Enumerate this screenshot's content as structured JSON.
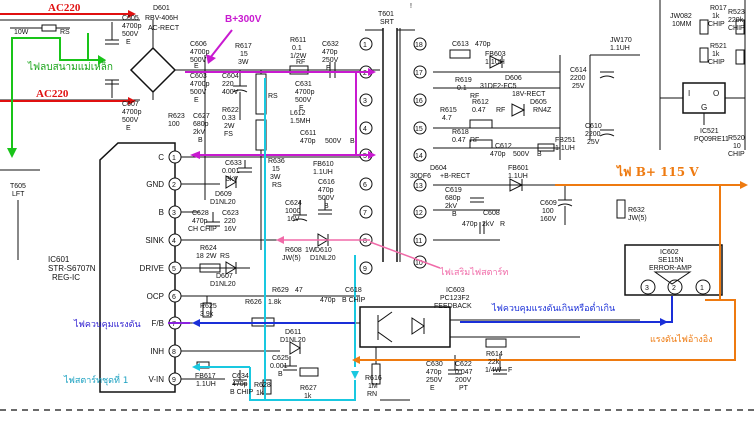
{
  "annotations": {
    "ac_top": "AC220",
    "ac_bottom": "AC220",
    "degauss": "ไฟลบสนามแม่เหล็ก",
    "b300": "B+300V",
    "b115": "ไฟ B+ 115 V",
    "sense": "ไฟเสริมไฟสตาร์ท",
    "feedback_fb": "ไฟควบคุมแรงดัน",
    "feedback_over": "ไฟควบคุมแรงดันเกินหรือต่ำเกิน",
    "start1": "ไฟสตาร์ทชุดที่ 1",
    "regulator": "แรงดันไฟอ้างอิง"
  },
  "colors": {
    "red": "#e01010",
    "green": "#19c419",
    "magenta": "#c81ad0",
    "cyan": "#19c8e0",
    "orange": "#ee7a10",
    "blue": "#1a2fd8",
    "pink": "#f06aa8",
    "violet": "#8a22e0"
  },
  "ic601": {
    "ref": "IC601",
    "part": "STR-S6707N",
    "type": "REG-IC",
    "pins": [
      {
        "num": "1",
        "name": "C"
      },
      {
        "num": "2",
        "name": "GND"
      },
      {
        "num": "3",
        "name": "B"
      },
      {
        "num": "4",
        "name": "SINK"
      },
      {
        "num": "5",
        "name": "DRIVE"
      },
      {
        "num": "6",
        "name": "OCP"
      },
      {
        "num": "7",
        "name": "F/B"
      },
      {
        "num": "8",
        "name": "INH"
      },
      {
        "num": "9",
        "name": "V-IN"
      }
    ]
  },
  "ic602": {
    "ref": "IC602",
    "part": "SE115N",
    "type": "ERROR-AMP",
    "p3": "3",
    "p2": "2",
    "p1": "1"
  },
  "ic603": {
    "ref": "IC603",
    "part": "PC123F2",
    "type": "FEEDBACK"
  },
  "ic521": {
    "ref": "IC521",
    "part": "PQ09RE11",
    "pin_i": "I",
    "pin_o": "O",
    "pin_g": "G"
  },
  "t601": {
    "ref": "T601",
    "type": "SRT",
    "mark": "!",
    "pins_left": [
      "1",
      "2",
      "3",
      "4",
      "5",
      "6",
      "7",
      "8",
      "9"
    ],
    "pins_right": [
      "18",
      "17",
      "16",
      "15",
      "14",
      "13",
      "12",
      "11",
      "10"
    ]
  },
  "t605": {
    "ref": "T605",
    "type": "LFT"
  },
  "d601": {
    "ref": "D601",
    "part": "RBV-406H",
    "type": "AC-RECT"
  },
  "parts": {
    "c605": "C605",
    "c605_v": "4700p",
    "c605_r": "500V",
    "c605_e": "E",
    "c606": "C606",
    "c606_v": "4700p",
    "c606_r": "500V",
    "c606_e": "E",
    "c607": "C607",
    "c607_v": "4700p",
    "c607_r": "500V",
    "c607_e": "E",
    "c603": "C603",
    "c603_v": "4700p",
    "c603_r": "500V",
    "c603_e": "E",
    "c604": "C604",
    "c604_v": "220",
    "c604_r": "400V",
    "r617": "R617",
    "r617_v": "15",
    "r617_r": "3W",
    "r617_t": "RS",
    "r611": "R611",
    "r611_v": "0.1",
    "r611_r": "1/2W",
    "r611_t": "RF",
    "c632": "C632",
    "c632_v": "470p",
    "c632_r": "250V",
    "c632_e": "E",
    "c631": "C631",
    "c631_v": "4700p",
    "c631_r": "500V",
    "c631_e": "E",
    "r622": "R622",
    "r622_v": "0.33",
    "r622_r": "2W",
    "r622_t": "FS",
    "r623": "R623",
    "r623_v": "100",
    "c627": "C627",
    "c627_v": "680p",
    "c627_r": "2kV",
    "c627_t": "B",
    "c611": "C611",
    "c611_v": "470p",
    "c611_r": "500V",
    "c611_t": "B",
    "l612": "L612",
    "l612_v": "1.5MH",
    "c633": "C633",
    "c633_v": "0.001",
    "c633_r": "3kV",
    "r636": "R636",
    "r636_v": "15",
    "r636_r": "3W",
    "r636_t": "RS",
    "fb610": "FB610",
    "fb610_v": "1.1UH",
    "c616": "C616",
    "c616_v": "470p",
    "c616_r": "500V",
    "c616_t": "B",
    "d609": "D609",
    "d609_v": "D1NL20",
    "c628": "C628",
    "c628_v": "470p",
    "c628_r": "CH CHIP",
    "c623": "C623",
    "c623_v": "220",
    "c623_r": "16V",
    "c624": "C624",
    "c624_v": "1000",
    "c624_r": "16V",
    "r624": "R624",
    "r624_v": "18",
    "r624_r": "2W",
    "r624_t": "RS",
    "r608": "R608",
    "r608_v": "1W",
    "r608_r": "JW(5)",
    "d610": "D610",
    "d610_v": "D1NL20",
    "d607": "D607",
    "d607_v": "D1NL20",
    "r629": "R629",
    "r629_v": "47",
    "r625": "R625",
    "r625_v": "3.9k",
    "r626": "R626",
    "r626_v": "1.8k",
    "c618": "C618",
    "c618_v": "470p",
    "c618_r": "B CHIP",
    "d611": "D611",
    "d611_v": "D1NL20",
    "c625": "C625",
    "c625_v": "0.001",
    "c625_r": "B",
    "r627": "R627",
    "r627_v": "1k",
    "fb617": "FB617",
    "fb617_v": "1.1UH",
    "c634": "C634",
    "c634_v": "470p",
    "c634_r": "B CHIP",
    "r628": "R628",
    "r628_v": "1k",
    "r616": "R616",
    "r616_v": "1M",
    "r616_r": "RN",
    "c630": "C630",
    "c630_v": "470p",
    "c630_r": "250V",
    "c630_e": "E",
    "c622": "C622",
    "c622_v": "0.047",
    "c622_r": "200V",
    "c622_t": "PT",
    "r614": "R614",
    "r614_v": "22k",
    "r614_r": "1/4W",
    "r614_t": "F",
    "r632": "R632",
    "r632_v": "JW(5)",
    "c609": "C609",
    "c609_v": "100",
    "c609_r": "160V",
    "d604": "D604",
    "d604_v": "30DF6",
    "d604_t": "+B-RECT",
    "fb601": "FB601",
    "fb601_v": "1.1UH",
    "c619": "C619",
    "c619_v": "680p",
    "c619_r": "2kV",
    "c619_t": "B",
    "c608": "C608",
    "c608_v": "470p",
    "c608_r": "2kV",
    "c608_t": "R",
    "c613": "C613",
    "c613_v": "470p",
    "fb603": "FB603",
    "fb603_v": "1.1UH",
    "d606": "D606",
    "d606_v": "31DF2-FC5",
    "d606_t": "18V-RECT",
    "r619": "R619",
    "r619_v": "0.1",
    "r619_t": "RF",
    "c614": "C614",
    "c614_v": "2200",
    "c614_r": "25V",
    "r615": "R615",
    "r615_v": "4.7",
    "r612": "R612",
    "r612_v": "0.47",
    "r612_t": "RF",
    "d605": "D605",
    "d605_v": "RN4Z",
    "r618": "R618",
    "r618_v": "0.47",
    "r618_t": "RF",
    "c612": "C612",
    "c612_v": "470p",
    "c612_r": "500V",
    "c612_t": "B",
    "fb251": "FB251",
    "fb251_v": "1.1UH",
    "c610": "C610",
    "c610_v": "2200",
    "c610_r": "25V",
    "jw170": "JW170",
    "jw170_v": "1.1UH",
    "jw082": "JW082",
    "jw082_v": "10MM",
    "r017": "R017",
    "r017_v": "1k",
    "r017_r": "CHIP",
    "r521": "R521",
    "r521_v": "1k",
    "r521_r": "CHIP",
    "r523": "R523",
    "r523_v": "220k",
    "r523_r": "CHIP",
    "r520": "R520",
    "r520_v": "10",
    "r520_r": "CHIP",
    "deg_l": "10W",
    "deg_r": "RS"
  }
}
